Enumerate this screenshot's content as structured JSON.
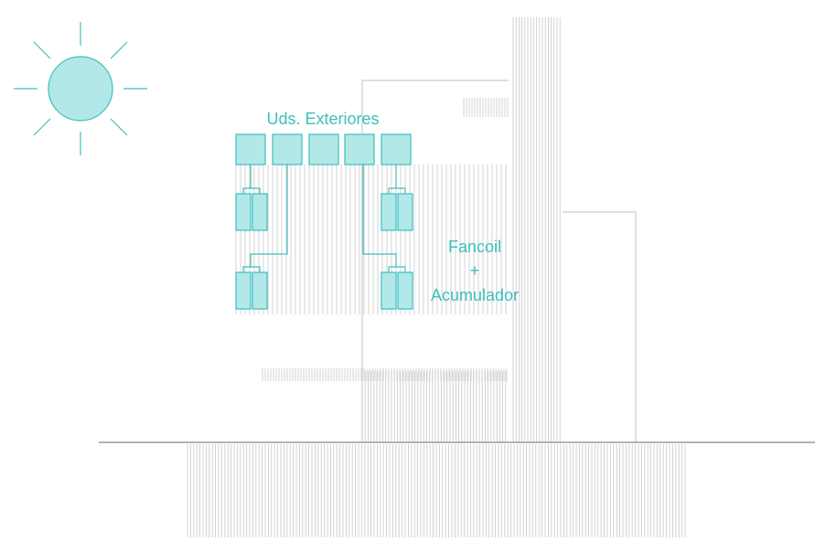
{
  "labels": {
    "outdoor_units": "Uds. Exteriores",
    "fancoil_line1": "Fancoil",
    "fancoil_line2": "+",
    "fancoil_line3": "Acumulador"
  },
  "counts": {
    "outdoor_units": 5,
    "indoor_unit_pairs": 4
  },
  "colors": {
    "accent": "#3cbfbf",
    "fill": "#b3e8e8",
    "hatch": "#c8c8c8",
    "outline": "#cccccc",
    "ground": "#888888"
  }
}
